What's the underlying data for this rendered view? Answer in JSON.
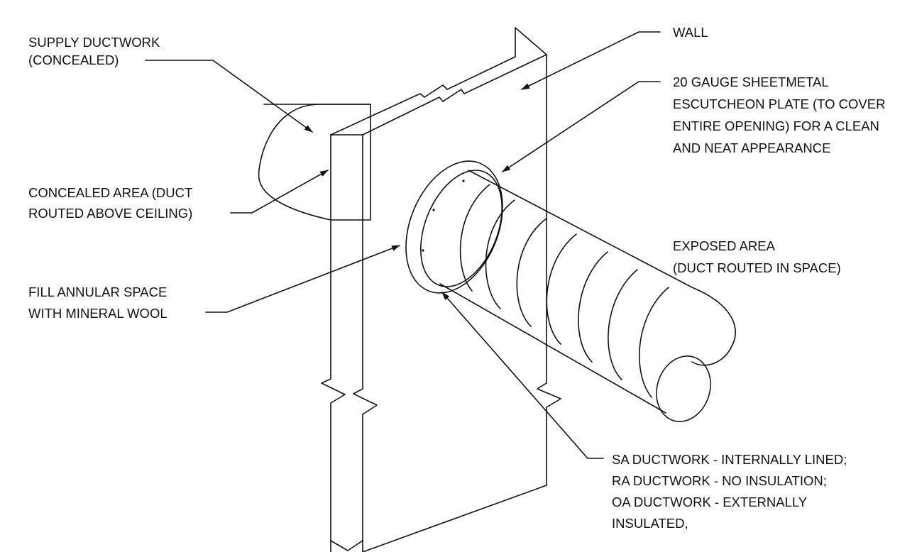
{
  "colors": {
    "line": "#111111",
    "background": "#ffffff"
  },
  "labels": {
    "supply_ductwork": {
      "lines": [
        "SUPPLY DUCTWORK",
        "(CONCEALED)"
      ]
    },
    "wall": {
      "lines": [
        "WALL"
      ]
    },
    "escutcheon_plate": {
      "lines": [
        "20 GAUGE SHEETMETAL",
        "ESCUTCHEON PLATE (TO COVER",
        "ENTIRE OPENING) FOR A CLEAN",
        "AND NEAT APPEARANCE"
      ]
    },
    "concealed_area": {
      "lines": [
        "CONCEALED AREA (DUCT",
        "ROUTED ABOVE CEILING)"
      ]
    },
    "exposed_area": {
      "lines": [
        "EXPOSED AREA",
        "(DUCT ROUTED IN SPACE)"
      ]
    },
    "fill_annular": {
      "lines": [
        "FILL ANNULAR SPACE",
        "WITH MINERAL WOOL"
      ]
    },
    "ductwork_notes": {
      "lines": [
        "SA DUCTWORK - INTERNALLY LINED;",
        "RA DUCTWORK - NO INSULATION;",
        "OA DUCTWORK - EXTERNALLY",
        "INSULATED,"
      ]
    }
  }
}
